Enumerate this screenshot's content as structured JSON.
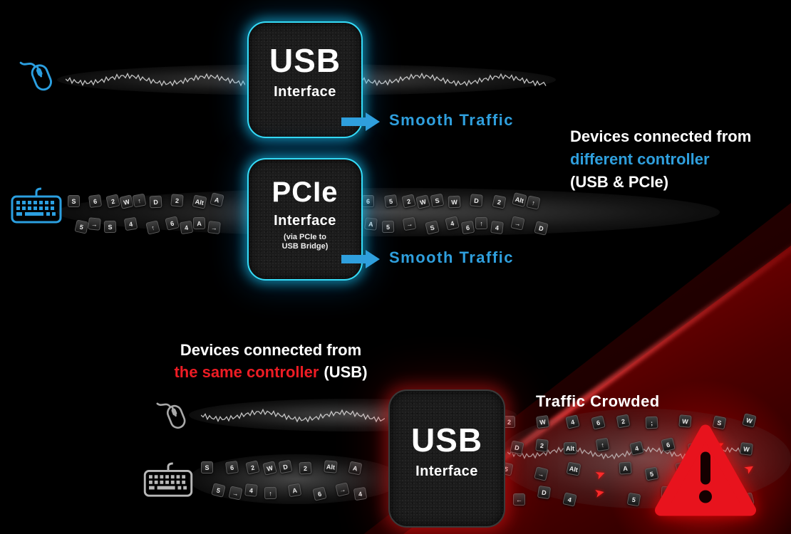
{
  "colors": {
    "accent_blue": "#2f9fdd",
    "glow_cyan": "#35dcf8",
    "alert_red": "#ed1c24",
    "text_white": "#ffffff"
  },
  "top_section": {
    "usb_box": {
      "title": "USB",
      "subtitle": "Interface"
    },
    "pcie_box": {
      "title": "PCIe",
      "subtitle": "Interface",
      "note_line1": "(via PCIe to",
      "note_line2": "USB Bridge)"
    },
    "smooth_traffic_1": "Smooth Traffic",
    "smooth_traffic_2": "Smooth Traffic",
    "caption_line1": "Devices connected from",
    "caption_line2": "different controller",
    "caption_line3": "(USB & PCIe)"
  },
  "bottom_section": {
    "caption_line1": "Devices connected from",
    "caption_line2_red": "the same controller",
    "caption_line2_white": "(USB)",
    "usb_box": {
      "title": "USB",
      "subtitle": "Interface"
    },
    "traffic_label": "Traffic Crowded"
  },
  "keycaps": {
    "keyboard_stream_left": [
      "S",
      "6",
      "2",
      "W",
      "↑",
      "D",
      "2",
      "Alt",
      "A",
      "5",
      "→",
      "S",
      "4",
      "↑",
      "6",
      "4",
      "A",
      "→"
    ],
    "keyboard_stream_right": [
      "6",
      "5",
      "2",
      "W",
      "S",
      "W",
      "D",
      "2",
      "Alt",
      "↑",
      "A",
      "5",
      "→",
      "S",
      "4",
      "6",
      "↑",
      "4",
      "→",
      "D"
    ],
    "keyboard_stream_bottom": [
      "S",
      "6",
      "2",
      "W",
      "D",
      "2",
      "Alt",
      "A",
      "5",
      "→",
      "4",
      "↑",
      "A",
      "6",
      "→",
      "4"
    ],
    "crowded_stream": [
      "2",
      "W",
      "4",
      "6",
      "2",
      ";",
      "W",
      "S",
      "W",
      "D",
      "2",
      "Alt",
      "↑",
      "4",
      "6",
      "2",
      "➤",
      "W",
      "5",
      "→",
      "Alt",
      "➤",
      "A",
      "5",
      "↑",
      "4",
      "➤",
      "←",
      "D",
      "4",
      "➤",
      "5",
      "↑",
      "→",
      "A",
      "6"
    ]
  },
  "icons": {
    "mouse": "mouse-icon",
    "keyboard": "keyboard-icon",
    "arrow": "arrow-right-icon",
    "warning": "warning-triangle-icon"
  }
}
